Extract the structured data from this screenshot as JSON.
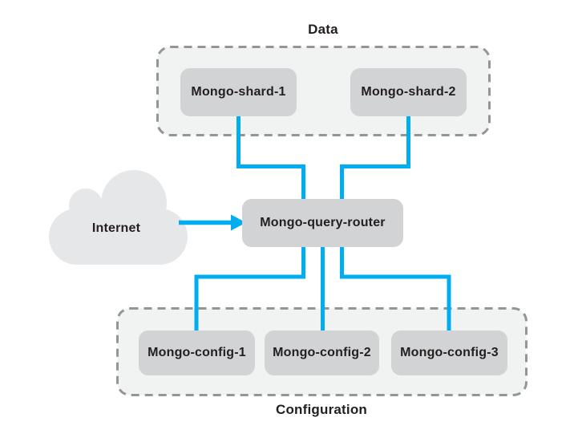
{
  "diagram": {
    "internet": {
      "label": "Internet"
    },
    "router": {
      "label": "Mongo-query-router"
    },
    "data_group": {
      "label": "Data",
      "nodes": [
        {
          "label": "Mongo-shard-1"
        },
        {
          "label": "Mongo-shard-2"
        }
      ]
    },
    "config_group": {
      "label": "Configuration",
      "nodes": [
        {
          "label": "Mongo-config-1"
        },
        {
          "label": "Mongo-config-2"
        },
        {
          "label": "Mongo-config-3"
        }
      ]
    },
    "colors": {
      "connector": "#00AEEF",
      "node_fill": "#d1d3d4",
      "group_fill": "#f1f2f2",
      "group_border": "#939598",
      "cloud_fill": "#e6e7e8",
      "text": "#231f20",
      "background": "#ffffff"
    }
  }
}
